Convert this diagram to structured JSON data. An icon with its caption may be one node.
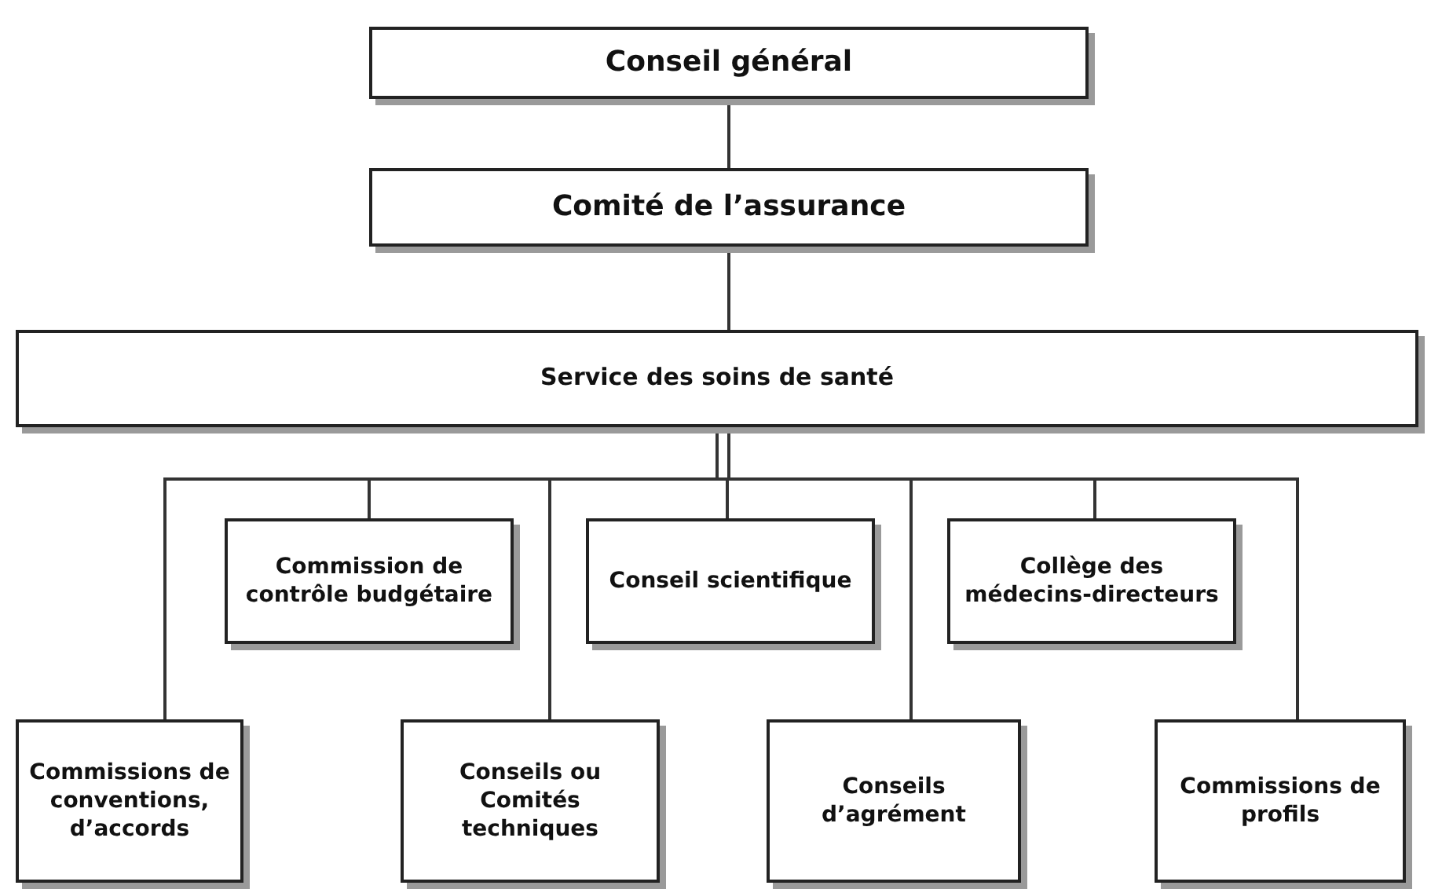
{
  "diagram": {
    "nodes": [
      {
        "text": [
          "Conseil général"
        ]
      },
      {
        "text": [
          "Comité de l’assurance"
        ]
      },
      {
        "text": [
          "Service des soins de santé"
        ]
      },
      {
        "text": [
          "Commission de contrôle budgétaire"
        ]
      },
      {
        "text": [
          "Conseil scientifique"
        ]
      },
      {
        "text": [
          "Collège des médecins-directeurs"
        ]
      },
      {
        "text": [
          "Commissions de conventions, d’accords"
        ]
      },
      {
        "text": [
          "Conseils ou Comités techniques"
        ]
      },
      {
        "text": [
          "Conseils d’agrément"
        ]
      },
      {
        "text": [
          "Commissions de profils"
        ]
      }
    ],
    "edges": [
      {
        "from": 0,
        "to": 1,
        "arrow": "none"
      },
      {
        "from": 1,
        "to": 2,
        "arrow": "none"
      },
      {
        "from": 2,
        "to": 6,
        "arrow": "none"
      },
      {
        "from": 2,
        "to": 3,
        "arrow": "none"
      },
      {
        "from": 2,
        "to": 7,
        "arrow": "none"
      },
      {
        "from": 2,
        "to": 4,
        "arrow": "none"
      },
      {
        "from": 2,
        "to": 8,
        "arrow": "none"
      },
      {
        "from": 2,
        "to": 5,
        "arrow": "none"
      },
      {
        "from": 2,
        "to": 9,
        "arrow": "none"
      }
    ]
  }
}
